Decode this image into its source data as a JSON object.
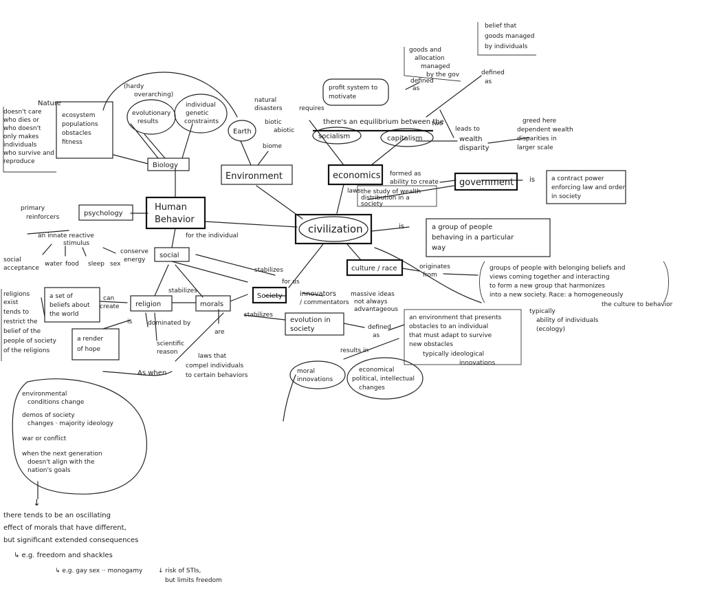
{
  "nodes": {
    "human_behavior": [
      "Human",
      "Behavior"
    ],
    "civilization": "civilization",
    "biology": "Biology",
    "psychology": "psychology",
    "social": "social",
    "environment": "Environment",
    "earth": "Earth",
    "economics": "economics",
    "government": "government",
    "socialism": "socialism",
    "capitalism": "capitalism",
    "culture_race": "culture / race",
    "society": "Society",
    "religion": "religion",
    "morals": "morals",
    "evolution_in_society": [
      "evolution in",
      "society"
    ],
    "moral_innovations": [
      "moral",
      "innovations"
    ],
    "evolutionary_results": [
      "evolutionary",
      "results"
    ],
    "genetic_constraints": [
      "individual",
      "genetic",
      "constraints"
    ],
    "ecosystem": [
      "ecosystem",
      "populations",
      "obstacles",
      "fitness"
    ],
    "render_of_hope": [
      "a render",
      "of hope"
    ],
    "set_of_beliefs": [
      "a set of",
      "beliefs about",
      "the world"
    ],
    "econ_changes": [
      "economical",
      "political, intellectual",
      "changes"
    ],
    "a_group_of_people": [
      "a group of people",
      "behaving in a particular",
      "way"
    ],
    "a_contract": [
      "a contract power",
      "enforcing law and order",
      "in society"
    ],
    "profit_system": [
      "profit system to",
      "motivate"
    ]
  },
  "annotations": {
    "nature": "Nature",
    "nature_desc": [
      "doesn't care",
      "who dies or",
      "who doesn't",
      "only makes",
      "individuals",
      "who survive and",
      "reproduce"
    ],
    "hardy_overarching": [
      "(hardy",
      "overarching)"
    ],
    "natural_disasters": [
      "natural",
      "disasters"
    ],
    "biotic": "biotic",
    "abiotic": "abiotic",
    "biome": "biome",
    "goods_allocation": [
      "goods and",
      "allocation",
      "managed",
      "by the gov"
    ],
    "belief_goods": [
      "belief that",
      "goods managed",
      "by individuals"
    ],
    "defined_as_1": [
      "defined",
      "as"
    ],
    "defined_as_2": [
      "defined",
      "as"
    ],
    "requires": "requires",
    "equilibrium": "there's an equilibrium between the",
    "two": "two",
    "leads_to": "leads to",
    "wealth_disparity": [
      "wealth",
      "disparity"
    ],
    "greed_desc": [
      "greed here",
      "dependent wealth",
      "disparities in",
      "larger scale"
    ],
    "formed_as": [
      "formed as",
      "ability to create"
    ],
    "study_of_wealth": [
      "the study of wealth",
      "distribution in a",
      "society"
    ],
    "laws": "laws",
    "is_gov": "is",
    "primary_reinforcers": [
      "primary",
      "reinforcers"
    ],
    "innate_reactions": [
      "an innate reactive",
      "stimulus"
    ],
    "needs": [
      "social",
      "acceptance",
      "water",
      "food",
      "sleep",
      "sex",
      "conserve",
      "energy"
    ],
    "for_the_individual": "for the individual",
    "is_civ": "is",
    "stabilizes_1": "stabilizes",
    "stabilizes_2": "stabilizes",
    "stabilizes_3": "stabilizes",
    "for_us": "for us",
    "innovators": [
      "innovators",
      "/ commentators"
    ],
    "massive_ideas": [
      "massive ideas",
      "not always",
      "advantageous"
    ],
    "originates_from": [
      "originates",
      "from"
    ],
    "culture_desc": [
      "groups of people with belonging beliefs and",
      "views coming together and interacting",
      "to form a new group that harmonizes",
      "into a new society. Race: a homogeneously"
    ],
    "culture_behavior": "the culture to behavior",
    "typically_desc": [
      "typically",
      "ability of individuals",
      "(ecology)"
    ],
    "defined_as_3": [
      "defined",
      "as"
    ],
    "evolution_def": [
      "an environment that presents",
      "obstacles to an individual",
      "that must adapt to survive",
      "new obstacles"
    ],
    "typically_ideological": "typically ideological",
    "innovations_lbl": "innovations",
    "results_in": "results in",
    "religion_create": [
      "can",
      "create"
    ],
    "religion_is": "is",
    "dominated_by": "dominated by",
    "scientific_reason": [
      "scientific",
      "reason"
    ],
    "are": "are",
    "laws_compel": [
      "laws that",
      "compel individuals",
      "to certain behaviors"
    ],
    "religions_exist": [
      "religions",
      "exist",
      "tends to",
      "restrict the",
      "belief of the",
      "people of society",
      "of the religions"
    ],
    "as_when": "As when",
    "circle_items": [
      "environmental",
      "conditions change",
      "demos of society",
      "changes · majority ideology",
      "war or conflict",
      "when the next generation",
      "doesn't align with the",
      "nation's goals"
    ],
    "bottom_arrow": "↓",
    "conclusion": [
      "there tends to be an oscillating",
      "effect of morals that have different,",
      "but significant extended consequences"
    ],
    "eg_freedom": "↳ e.g. freedom and shackles",
    "eg_gay": "↳ e.g. gay sex ·· monogamy",
    "eg_stis": [
      "↓ risk of STIs,",
      "but limits freedom"
    ]
  },
  "colors": {
    "ink": "#1a1a1a",
    "paper": "#ffffff"
  }
}
